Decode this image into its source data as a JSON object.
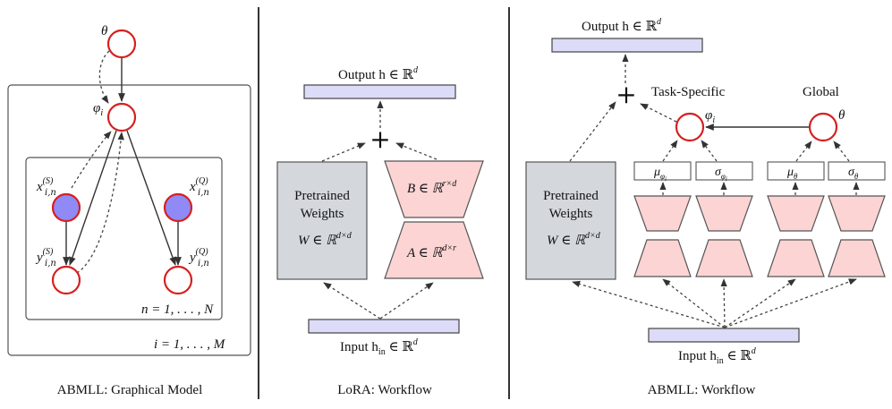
{
  "panels": {
    "graphical_model": {
      "caption": "ABMLL: Graphical Model",
      "theta": "θ",
      "phi_i": "φ",
      "phi_sub": "i",
      "x_support": "x",
      "x_support_sup": "(S)",
      "x_query": "x",
      "x_query_sup": "(Q)",
      "y_support": "y",
      "y_support_sup": "(S)",
      "y_query": "y",
      "y_query_sup": "(Q)",
      "sub_in": "i,n",
      "inner_plate": "n = 1, . . . , N",
      "outer_plate": "i = 1, . . . , M"
    },
    "lora": {
      "caption": "LoRA: Workflow",
      "output": "Output h ∈ ℝ",
      "output_sup": "d",
      "pretrained_line1": "Pretrained",
      "pretrained_line2": "Weights",
      "pretrained_w": "W ∈ ℝ",
      "pretrained_w_sup": "d×d",
      "b_matrix": "B ∈ ℝ",
      "b_sup": "r×d",
      "a_matrix": "A ∈ ℝ",
      "a_sup": "d×r",
      "plus": "+",
      "input": "Input h",
      "input_sub": "in",
      "input_rest": " ∈ ℝ",
      "input_sup": "d"
    },
    "abmll": {
      "caption": "ABMLL: Workflow",
      "output": "Output h ∈ ℝ",
      "output_sup": "d",
      "plus": "+",
      "task_specific": "Task-Specific",
      "global": "Global",
      "phi": "φ",
      "phi_sub": "i",
      "theta": "θ",
      "mu": "μ",
      "sigma": "σ",
      "phi_sub_small": "φ",
      "phi_sub_small_i": "i",
      "theta_sub": "θ",
      "pretrained_line1": "Pretrained",
      "pretrained_line2": "Weights",
      "pretrained_w": "W ∈ ℝ",
      "pretrained_w_sup": "d×d",
      "input": "Input h",
      "input_sub": "in",
      "input_rest": " ∈ ℝ",
      "input_sup": "d"
    }
  },
  "colors": {
    "node_outline": "#d62020",
    "observed_fill": "#8f8af5",
    "io_bar": "#dcdcf8",
    "pretrained_fill": "#d4d8dd",
    "adapter_fill": "#fcd4d4"
  }
}
